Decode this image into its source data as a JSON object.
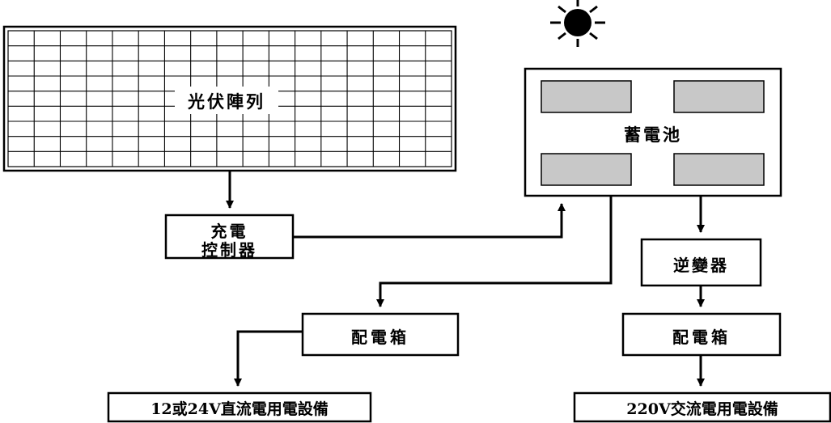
{
  "nodes": {
    "pv_array": "光伏陣列",
    "charge_controller_line1": "充電",
    "charge_controller_line2": "控制器",
    "battery": "蓄電池",
    "inverter": "逆變器",
    "dist_box_dc": "配電箱",
    "dist_box_ac": "配電箱",
    "dc_load": "12或24V直流電用電設備",
    "ac_load": "220V交流電用電設備"
  },
  "icons": {
    "sun": "sun-icon"
  },
  "colors": {
    "line": "#000000",
    "battery_cell": "#c8c8c8",
    "background": "#ffffff"
  }
}
